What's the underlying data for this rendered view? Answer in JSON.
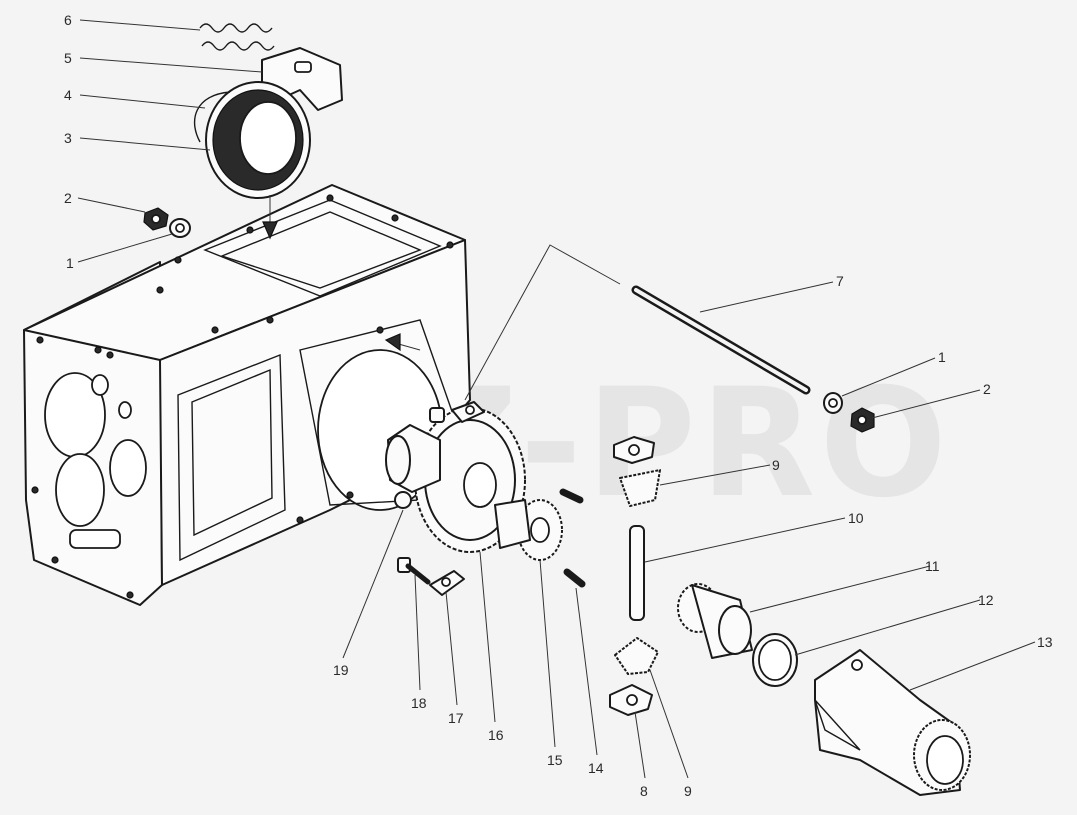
{
  "watermark": "MTZ-PRO",
  "parts": [
    {
      "id": "label-6-top",
      "text": "6"
    },
    {
      "id": "label-5-top",
      "text": "5"
    },
    {
      "id": "label-4-top",
      "text": "4"
    },
    {
      "id": "label-3-top",
      "text": "3"
    },
    {
      "id": "label-2-left",
      "text": "2"
    },
    {
      "id": "label-1-left",
      "text": "1"
    },
    {
      "id": "label-7",
      "text": "7"
    },
    {
      "id": "label-1-right",
      "text": "1"
    },
    {
      "id": "label-2-right",
      "text": "2"
    },
    {
      "id": "label-9-upper",
      "text": "9"
    },
    {
      "id": "label-10",
      "text": "10"
    },
    {
      "id": "label-11",
      "text": "11"
    },
    {
      "id": "label-12",
      "text": "12"
    },
    {
      "id": "label-13",
      "text": "13"
    },
    {
      "id": "label-19",
      "text": "19"
    },
    {
      "id": "label-18",
      "text": "18"
    },
    {
      "id": "label-17",
      "text": "17"
    },
    {
      "id": "label-16",
      "text": "16"
    },
    {
      "id": "label-15",
      "text": "15"
    },
    {
      "id": "label-14",
      "text": "14"
    },
    {
      "id": "label-8",
      "text": "8"
    },
    {
      "id": "label-9-lower",
      "text": "9"
    }
  ],
  "colors": {
    "ink": "#1a1a1a",
    "paper": "#f4f4f4",
    "watermark": "#d9d9d9"
  }
}
